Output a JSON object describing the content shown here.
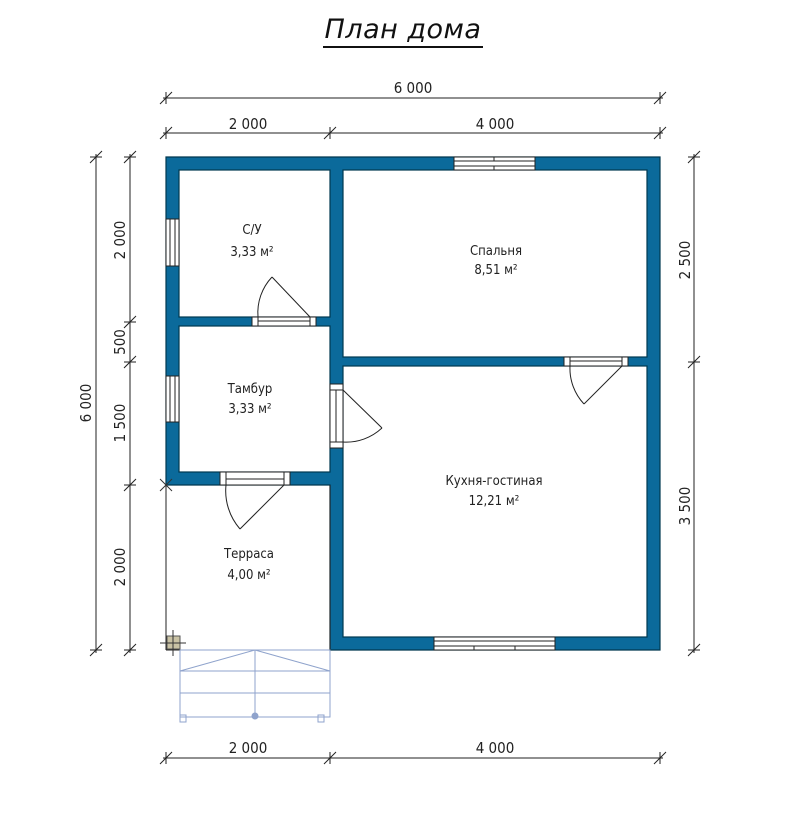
{
  "title": "План дома",
  "dimensions": {
    "top_total": "6 000",
    "top_left": "2 000",
    "top_right": "4 000",
    "bottom_left": "2 000",
    "bottom_right": "4 000",
    "left_total": "6 000",
    "left_su": "2 000",
    "left_gap": "500",
    "left_tambur": "1 500",
    "left_terrace": "2 000",
    "right_top": "2 500",
    "right_bottom": "3 500"
  },
  "rooms": [
    {
      "name": "С/У",
      "area": "3,33 м²"
    },
    {
      "name": "Спальня",
      "area": "8,51 м²"
    },
    {
      "name": "Тамбур",
      "area": "3,33 м²"
    },
    {
      "name": "Кухня-гостиная",
      "area": "12,21 м²"
    },
    {
      "name": "Терраса",
      "area": "4,00 м²"
    }
  ],
  "colors": {
    "wall": "#0b6a9b",
    "wall_outline": "#00384f",
    "line": "#222222",
    "steps": "#8fa3cc"
  }
}
